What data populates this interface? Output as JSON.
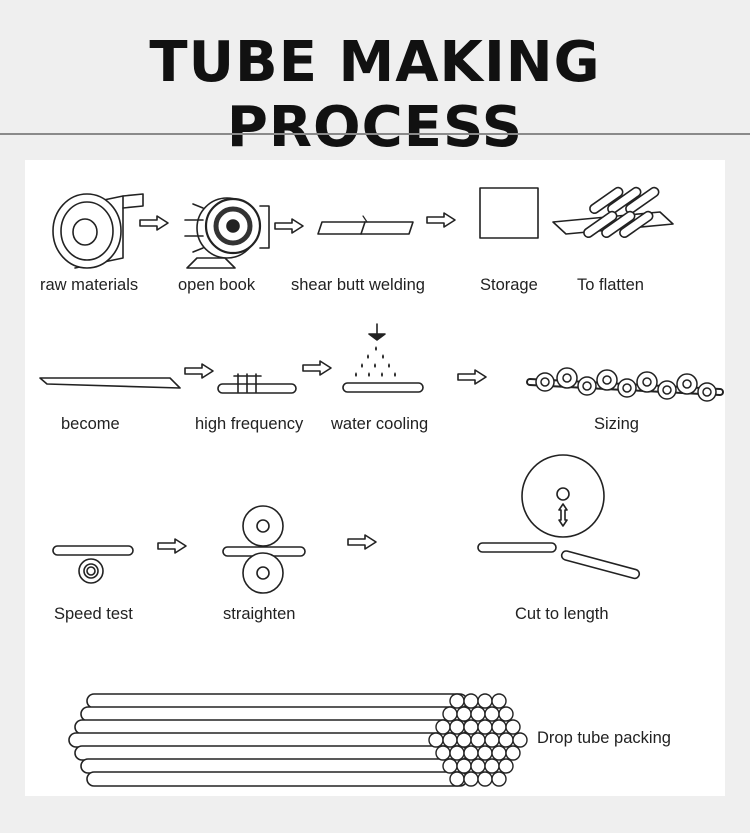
{
  "title": "TUBE MAKING PROCESS",
  "steps": {
    "raw_materials": "raw materials",
    "open_book": "open book",
    "shear_butt_welding": "shear butt welding",
    "storage": "Storage",
    "to_flatten": "To flatten",
    "become": "become",
    "high_frequency": "high frequency",
    "water_cooling": "water cooling",
    "sizing": "Sizing",
    "speed_test": "Speed test",
    "straighten": "straighten",
    "cut_to_length": "Cut to length",
    "drop_tube_packing": "Drop tube packing"
  }
}
